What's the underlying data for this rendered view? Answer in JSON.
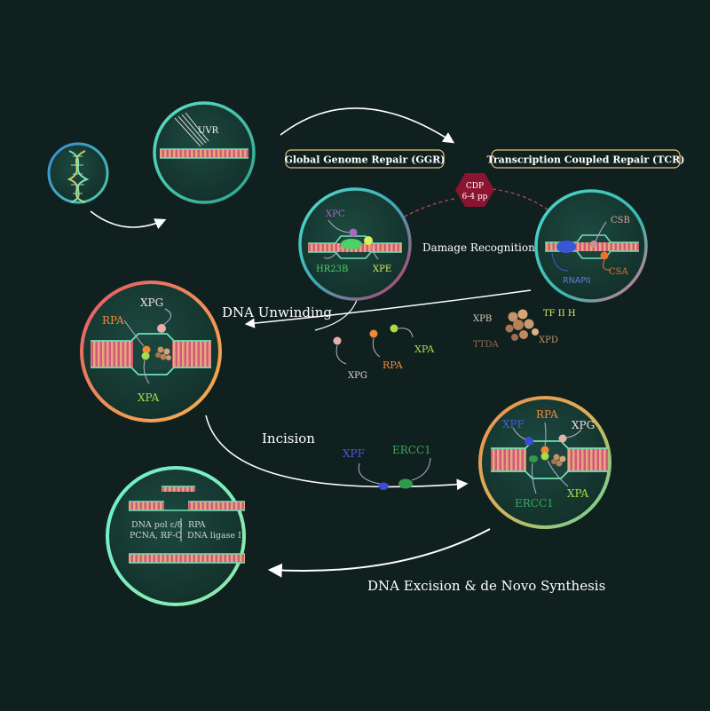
{
  "colors": {
    "background": "#10201f",
    "circle_fill": "#163b33",
    "xpc": "#b264c0",
    "hr23b": "#4cd06a",
    "xpe": "#d8f05a",
    "csb": "#c9928c",
    "csa": "#e8752f",
    "rnapii": "#3a56d8",
    "rpa": "#f0883a",
    "xpg": "#e4b0a8",
    "xpa": "#a6dc4a",
    "xpf": "#3d4cd8",
    "ercc1": "#2f9a4c",
    "tfiih": "#c49468",
    "cdp_badge": "#8b1530"
  },
  "labels": {
    "uvr": "UVR",
    "ggr": "Global Genome Repair (GGR)",
    "tcr": "Transcription Coupled Repair (TCR)",
    "cdp_line1": "CDP",
    "cdp_line2": "6-4 pp",
    "damage_recognition": "Damage Recognition",
    "dna_unwinding": "DNA Unwinding",
    "incision": "Incision",
    "excision": "DNA Excision & de Novo Synthesis"
  },
  "ggr_circle": {
    "xpc": "XPC",
    "hr23b": "HR23B",
    "xpe": "XPE"
  },
  "tcr_circle": {
    "csb": "CSB",
    "csa": "CSA",
    "rnapii": "RNAPII"
  },
  "tfiih_cluster": {
    "xpb": "XPB",
    "tf2h": "TF II H",
    "ttda": "TTDA",
    "xpd": "XPD"
  },
  "free_factors": {
    "xpg": "XPG",
    "rpa": "RPA",
    "xpa": "XPA"
  },
  "unwinding_circle": {
    "xpg": "XPG",
    "rpa": "RPA",
    "xpa": "XPA"
  },
  "incision_factors": {
    "xpf": "XPF",
    "ercc1": "ERCC1"
  },
  "incision_circle": {
    "xpf": "XPF",
    "rpa": "RPA",
    "xpg": "XPG",
    "ercc1": "ERCC1",
    "xpa": "XPA"
  },
  "synthesis_circle": {
    "left_line1": "DNA pol ε/δ",
    "left_line2": "PCNA, RF-C",
    "right_line1": "RPA",
    "right_line2": "DNA ligase I"
  }
}
